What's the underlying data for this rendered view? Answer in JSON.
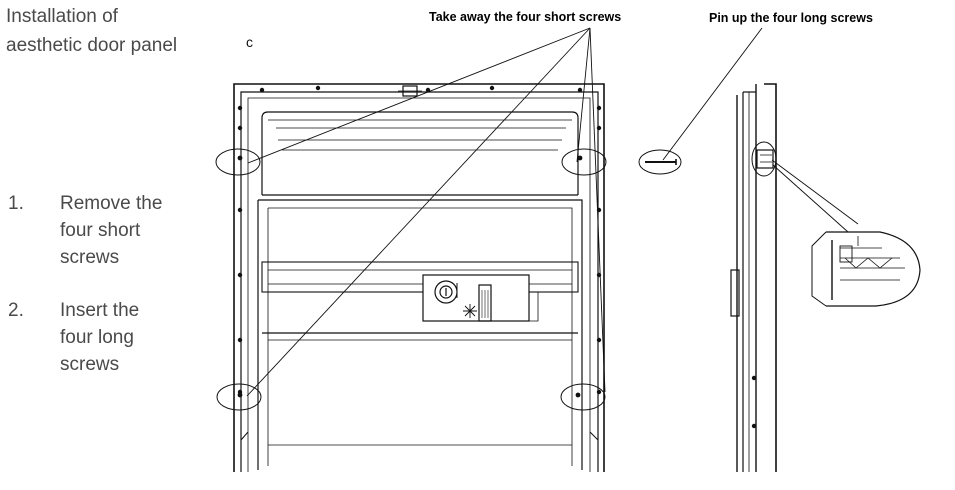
{
  "title": {
    "line1": "Installation of",
    "line2": "aesthetic door panel"
  },
  "section_letter": "c",
  "steps": [
    {
      "number": "1.",
      "text": "Remove the\nfour short\nscrews"
    },
    {
      "number": "2.",
      "text": "Insert the\nfour long\nscrews"
    }
  ],
  "callouts": {
    "short_screws": "Take away the four short screws",
    "long_screws": "Pin up  the four long screws"
  }
}
